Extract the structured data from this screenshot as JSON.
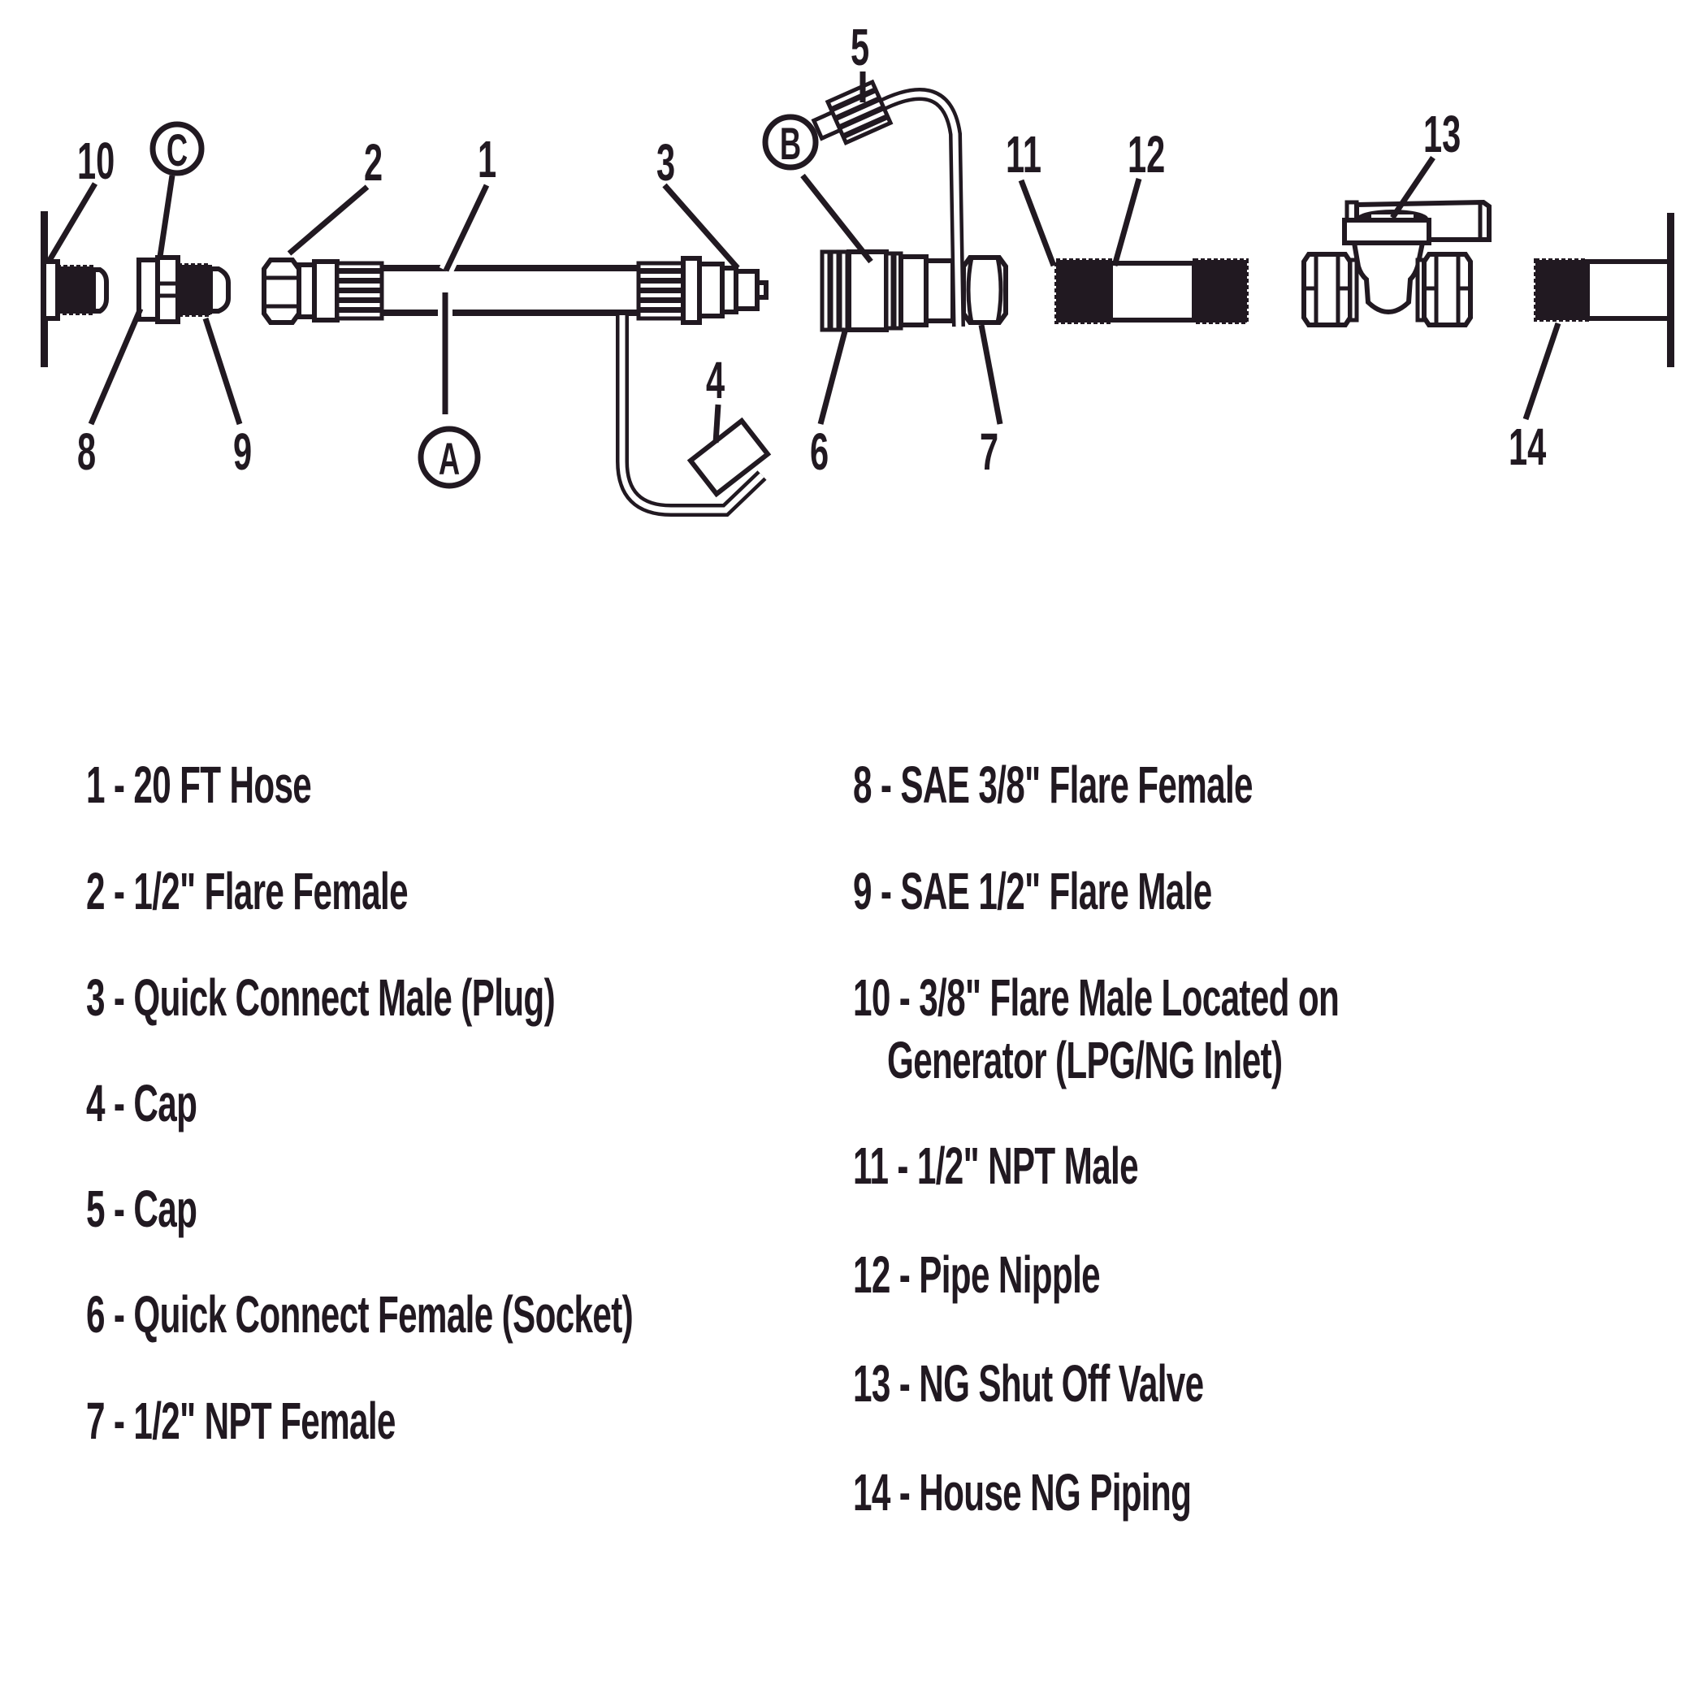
{
  "colors": {
    "ink": "#211921",
    "background": "#ffffff"
  },
  "diagram": {
    "callouts": {
      "n1": "1",
      "n2": "2",
      "n3": "3",
      "n4": "4",
      "n5": "5",
      "n6": "6",
      "n7": "7",
      "n8": "8",
      "n9": "9",
      "n10": "10",
      "n11": "11",
      "n12": "12",
      "n13": "13",
      "n14": "14",
      "a": "A",
      "b": "B",
      "c": "C"
    }
  },
  "parts_list": {
    "left": [
      "1 - 20 FT Hose",
      "2 - 1/2\" Flare Female",
      "3 - Quick Connect Male (Plug)",
      "4 - Cap",
      "5 - Cap",
      "6 - Quick Connect Female (Socket)",
      "7 - 1/2\" NPT Female"
    ],
    "right": [
      "8 - SAE 3/8\" Flare Female",
      "9 - SAE 1/2\" Flare Male",
      "10 - 3/8\" Flare Male Located on",
      "Generator (LPG/NG Inlet)",
      "11 - 1/2\" NPT Male",
      "12 - Pipe Nipple",
      "13 - NG Shut Off Valve",
      "14 - House NG Piping"
    ]
  }
}
